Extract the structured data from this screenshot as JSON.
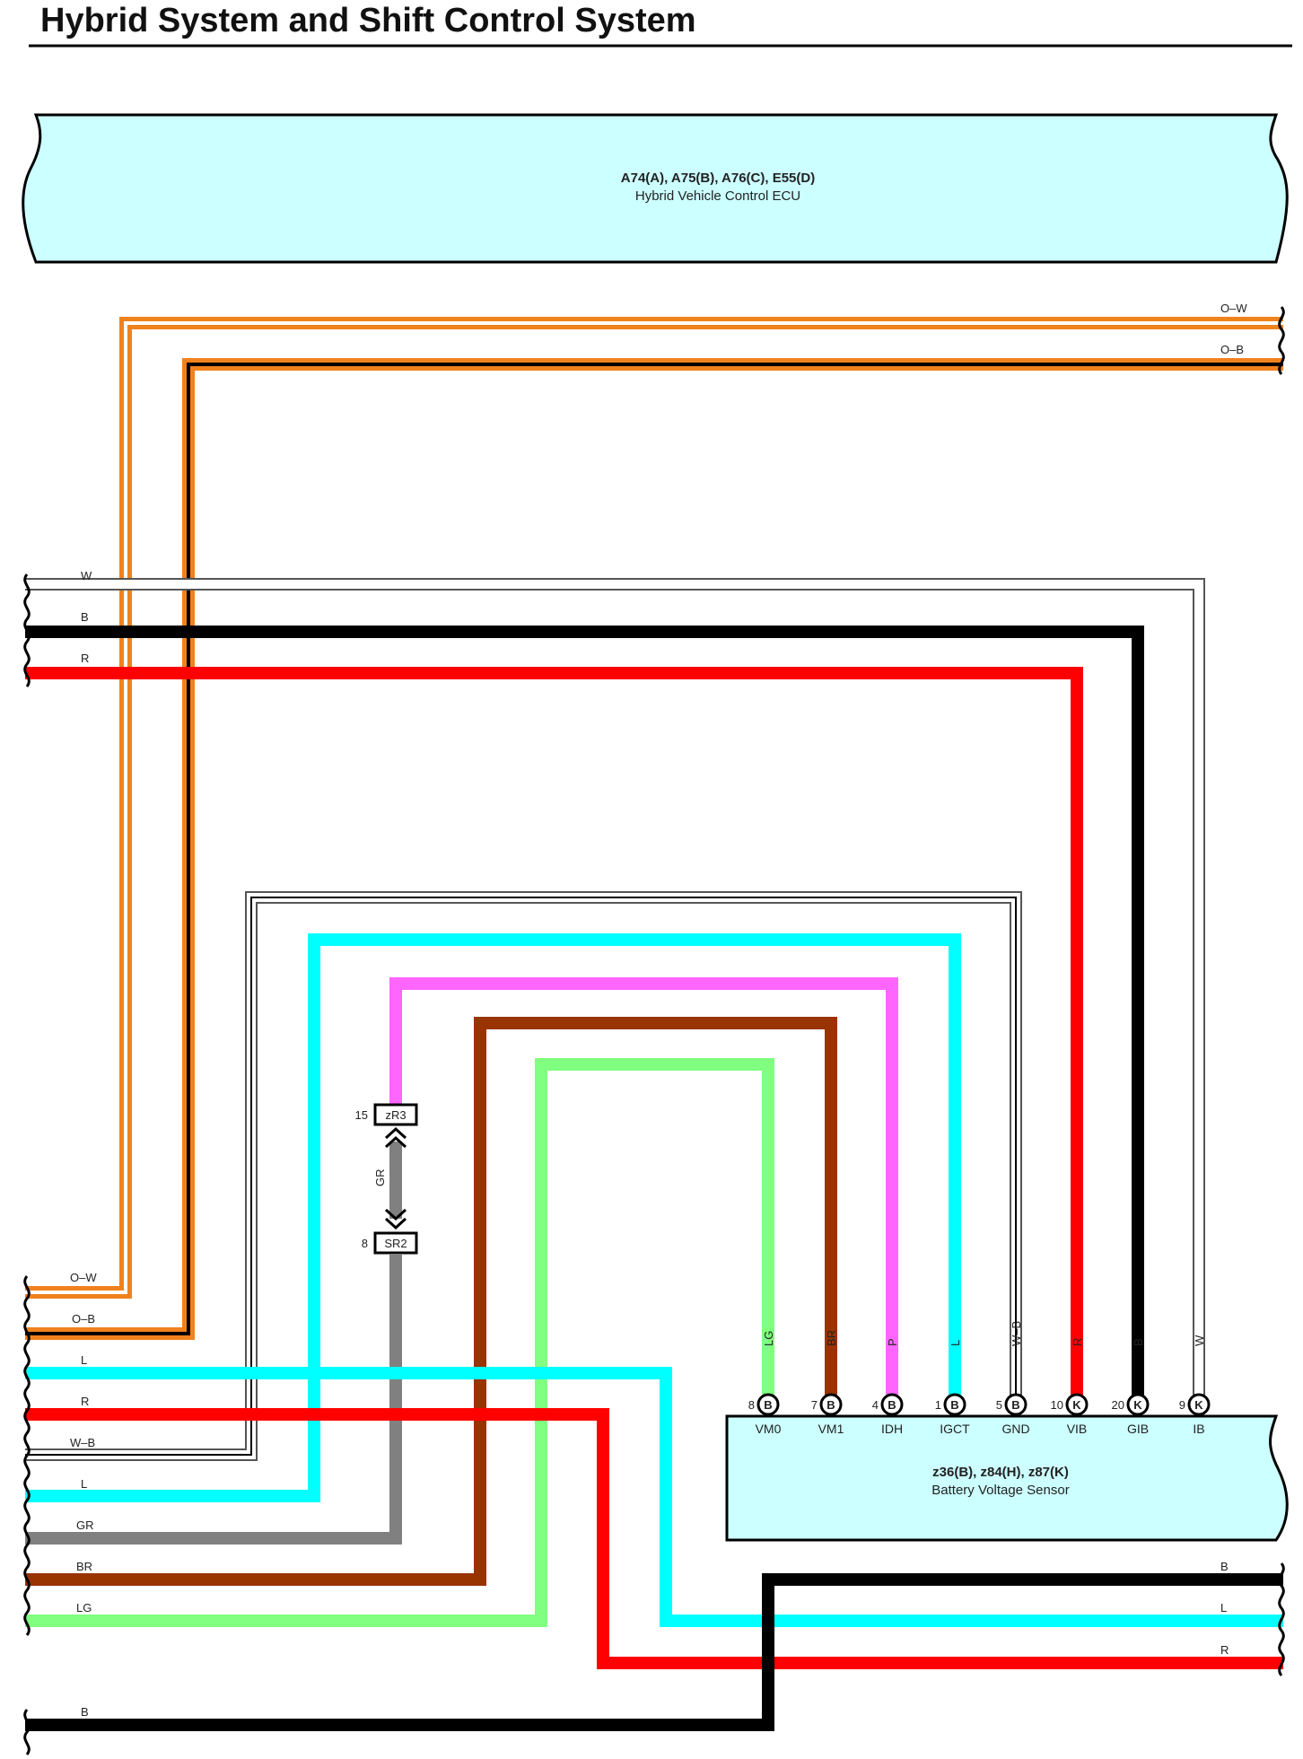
{
  "page": {
    "title": "Hybrid System and Shift Control System"
  },
  "ecu": {
    "connectors": "A74(A), A75(B), A76(C), E55(D)",
    "name": "Hybrid Vehicle Control ECU"
  },
  "sensor": {
    "connectors": "z36(B), z84(H), z87(K)",
    "name": "Battery Voltage Sensor"
  },
  "connector_block": {
    "top": {
      "pin": "15",
      "label": "zR3"
    },
    "bottom": {
      "pin": "8",
      "label": "SR2"
    },
    "wire_color": "GR"
  },
  "sensor_pins": [
    {
      "num": "8",
      "conn": "B",
      "name": "VM0",
      "wire": "LG"
    },
    {
      "num": "7",
      "conn": "B",
      "name": "VM1",
      "wire": "BR"
    },
    {
      "num": "4",
      "conn": "B",
      "name": "IDH",
      "wire": "P"
    },
    {
      "num": "1",
      "conn": "B",
      "name": "IGCT",
      "wire": "L"
    },
    {
      "num": "5",
      "conn": "B",
      "name": "GND",
      "wire": "W–B"
    },
    {
      "num": "10",
      "conn": "K",
      "name": "VIB",
      "wire": "R"
    },
    {
      "num": "20",
      "conn": "K",
      "name": "GIB",
      "wire": "B"
    },
    {
      "num": "9",
      "conn": "K",
      "name": "IB",
      "wire": "W"
    }
  ],
  "wire_labels": {
    "right_top": [
      "O–W",
      "O–B"
    ],
    "left_upper": [
      "W",
      "B",
      "R"
    ],
    "left_lower": [
      "O–W",
      "O–B",
      "L",
      "R",
      "W–B",
      "L",
      "GR",
      "BR",
      "LG"
    ],
    "left_bottom": [
      "B"
    ],
    "right_bottom": [
      "B",
      "L",
      "R"
    ]
  },
  "colors": {
    "orange": "#F0821E",
    "black": "#000000",
    "red": "#FF0000",
    "cyan": "#00FFFF",
    "pink": "#FF66FF",
    "brown": "#993300",
    "green": "#80FF80",
    "gray": "#808080",
    "box_fill": "#CCFFFF"
  }
}
